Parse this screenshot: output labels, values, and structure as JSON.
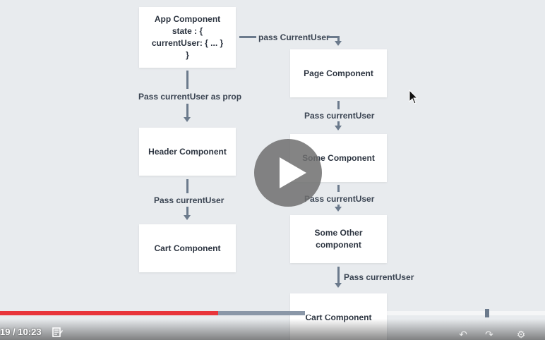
{
  "diagram": {
    "app_component": [
      "App Component",
      "state : {",
      "currentUser: { ... }",
      "}"
    ],
    "header_component": "Header Component",
    "cart_component_left": "Cart Component",
    "page_component": "Page Component",
    "some_component": "Some Component",
    "some_other_component": [
      "Some Other",
      "component"
    ],
    "cart_component_right": "Cart Component",
    "label_pass_current_user_top": "pass CurrentUser",
    "label_pass_prop": "Pass currentUser as prop",
    "label_pass_left_lower": "Pass currentUser",
    "label_pass_right_1": "Pass currentUser",
    "label_pass_right_2": "Pass currentUser",
    "label_pass_right_3": "Pass currentUser"
  },
  "player": {
    "timecode": "19 / 10:23",
    "played_fraction": 0.4,
    "buffered_fraction": 0.56,
    "played_color": "#e8353b",
    "buffer_color": "#8a97a8",
    "icons": [
      "notes-icon",
      "rewind-icon",
      "forward-icon",
      "settings-icon"
    ],
    "play_icon": "play-icon"
  },
  "colors": {
    "background": "#e8ebee",
    "box": "#ffffff",
    "connector": "#6b7a8c",
    "text": "#2c3440"
  }
}
